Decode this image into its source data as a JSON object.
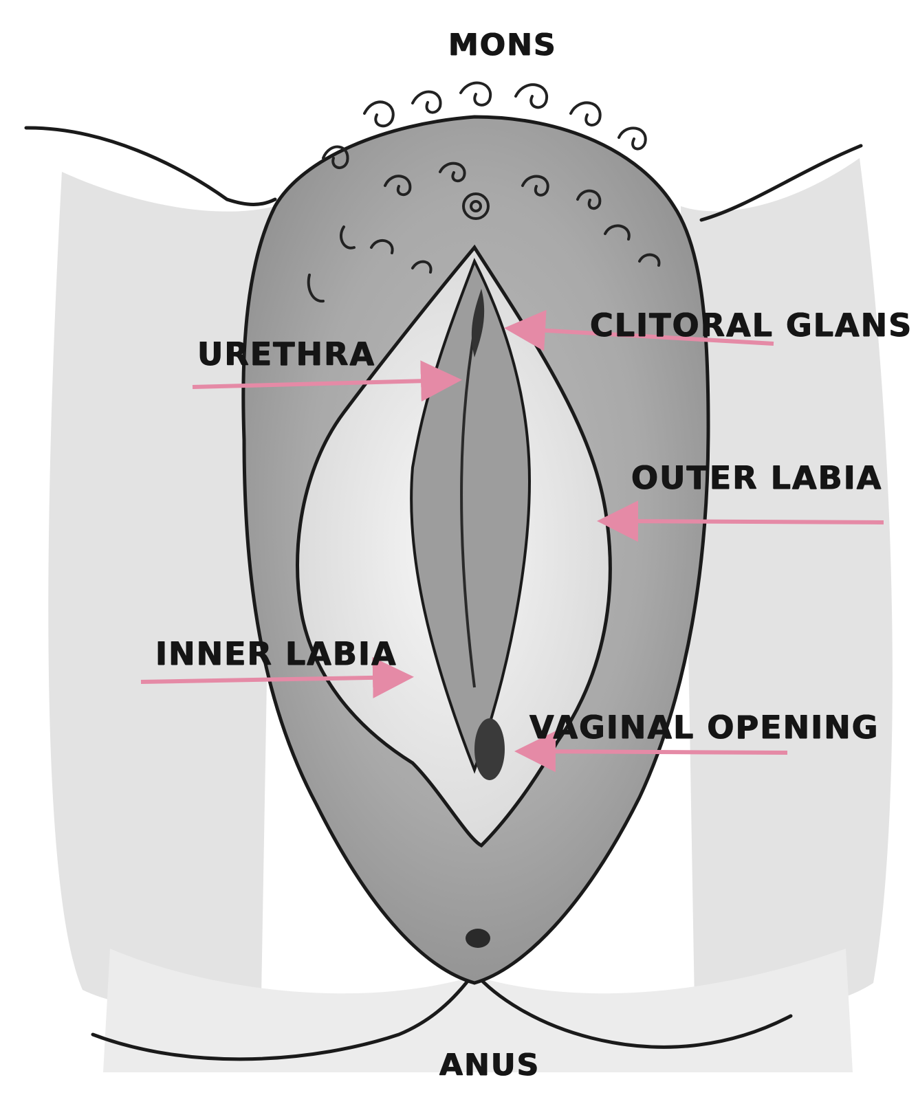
{
  "labels": {
    "mons": "MONS",
    "clitoral_glans": "CLITORAL GLANS",
    "urethra": "URETHRA",
    "outer_labia": "OUTER LABIA",
    "inner_labia": "INNER LABIA",
    "vaginal_opening": "VAGINAL OPENING",
    "anus": "ANUS"
  },
  "colors": {
    "ink": "#151515",
    "arrow": "#e58aa6",
    "shade": "#cfcfcf",
    "skin_light": "#f4f4f4"
  }
}
